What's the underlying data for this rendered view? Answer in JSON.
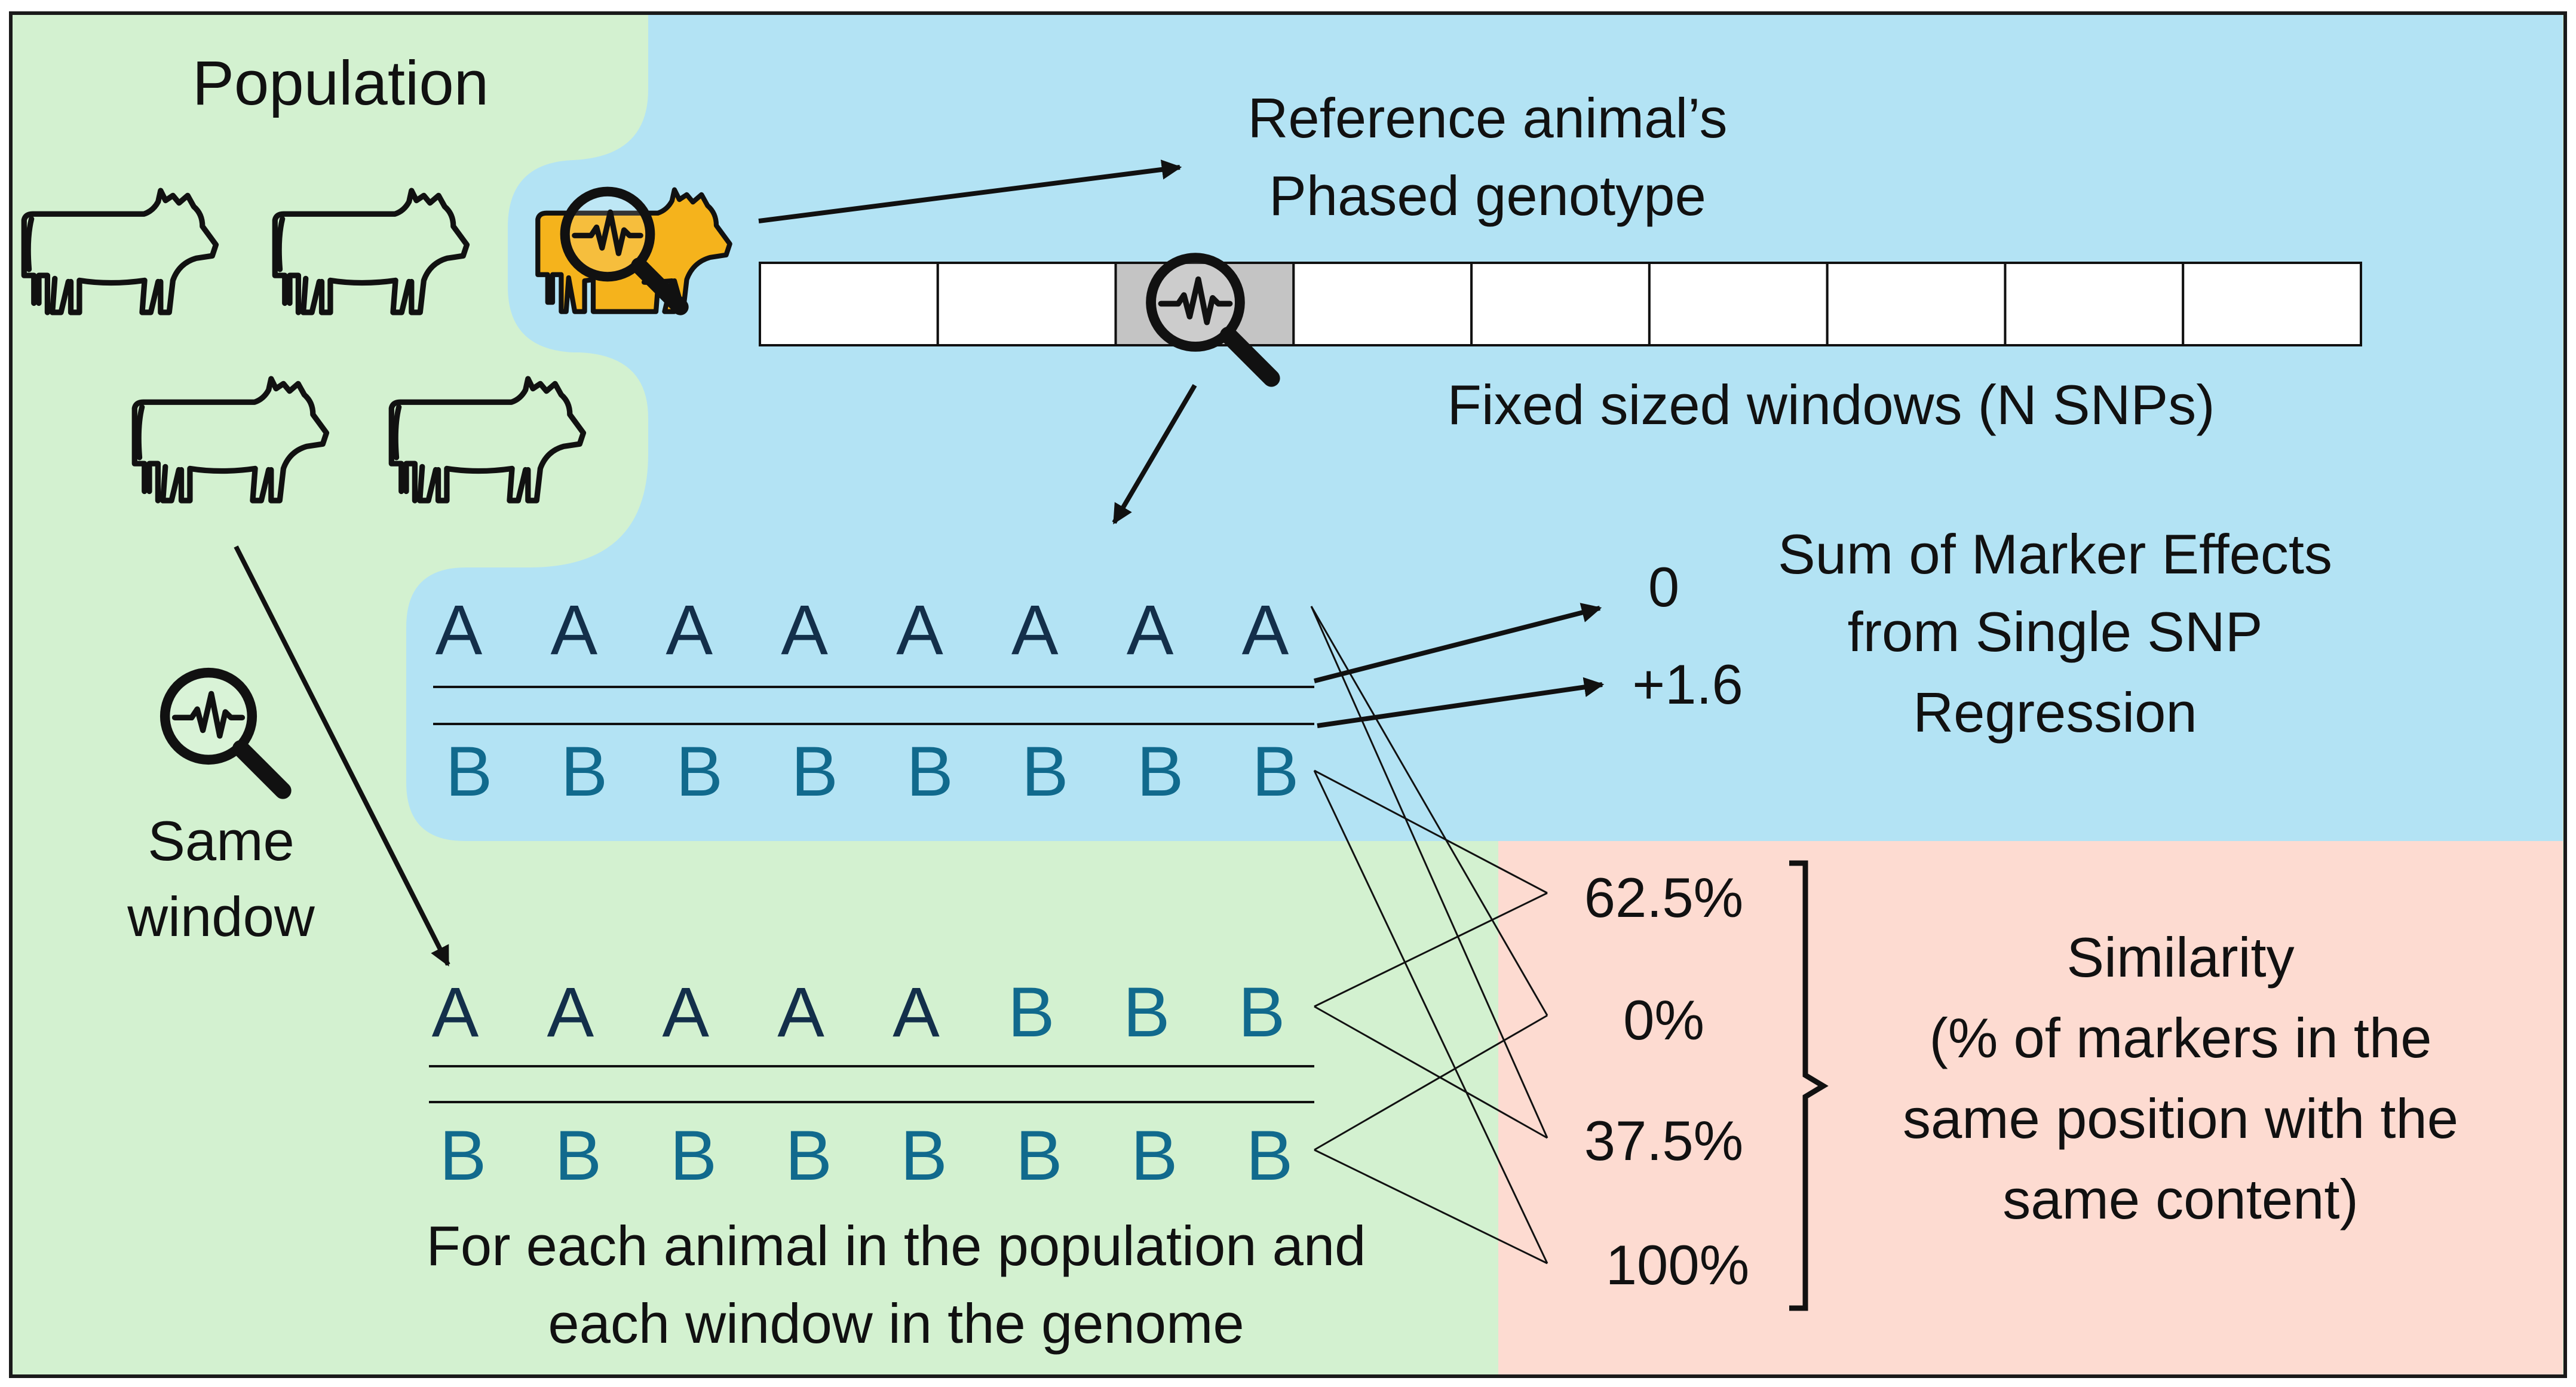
{
  "labels": {
    "population": "Population",
    "reference_line1": "Reference animal’s",
    "reference_line2": "Phased genotype",
    "windows": "Fixed sized windows (N SNPs)",
    "sum_line1": "Sum of Marker Effects",
    "sum_line2": "from Single SNP",
    "sum_line3": "Regression",
    "same_line1": "Same",
    "same_line2": "window",
    "foreach_line1": "For each animal in the population and",
    "foreach_line2": "each window in the genome",
    "similarity_line1": "Similarity",
    "similarity_line2": "(% of markers in the",
    "similarity_line3": "same position with the",
    "similarity_line4": "same content)"
  },
  "effects": [
    "0",
    "+1.6"
  ],
  "percents": [
    "62.5%",
    "0%",
    "37.5%",
    "100%"
  ],
  "reference_haplotypes": {
    "top": [
      "A",
      "A",
      "A",
      "A",
      "A",
      "A",
      "A",
      "A"
    ],
    "bottom": [
      "B",
      "B",
      "B",
      "B",
      "B",
      "B",
      "B",
      "B"
    ]
  },
  "population_haplotypes": {
    "top": [
      "A",
      "A",
      "A",
      "A",
      "A",
      "B",
      "B",
      "B"
    ],
    "bottom": [
      "B",
      "B",
      "B",
      "B",
      "B",
      "B",
      "B",
      "B"
    ]
  },
  "genotype_window_count": 9,
  "highlighted_window_index": 2,
  "colors": {
    "green_region": "#d3f1d0",
    "blue_region": "#b3e3f4",
    "pink_region": "#fddbd1",
    "allele_A": "#132f4a",
    "allele_B": "#116a8d",
    "reference_cow": "#f5b31c",
    "highlight_window": "#c4c4c4",
    "ink": "#111111"
  }
}
